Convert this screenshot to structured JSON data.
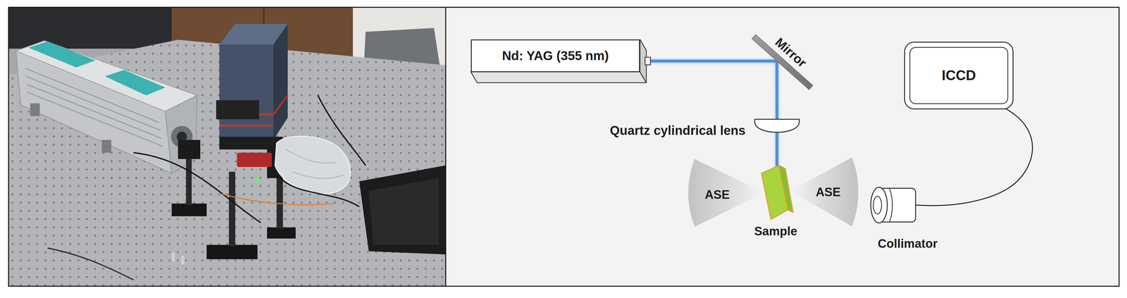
{
  "diagram": {
    "nodes": [
      {
        "text": [
          "Nd: YAG (355 nm)"
        ]
      },
      {
        "text": [
          "Mirror"
        ]
      },
      {
        "text": [
          "ICCD"
        ]
      },
      {
        "text": [
          "Quartz cylindrical lens"
        ]
      },
      {
        "text": [
          "ASE"
        ]
      },
      {
        "text": [
          "Sample"
        ]
      },
      {
        "text": [
          "ASE"
        ]
      },
      {
        "text": [
          "Collimator"
        ]
      }
    ],
    "edges": [
      {
        "from": 0,
        "to": 1,
        "arrow": "none"
      },
      {
        "from": 1,
        "to": 3,
        "arrow": "none"
      },
      {
        "from": 3,
        "to": 5,
        "arrow": "none"
      },
      {
        "from": 7,
        "to": 2,
        "arrow": "none"
      }
    ]
  }
}
